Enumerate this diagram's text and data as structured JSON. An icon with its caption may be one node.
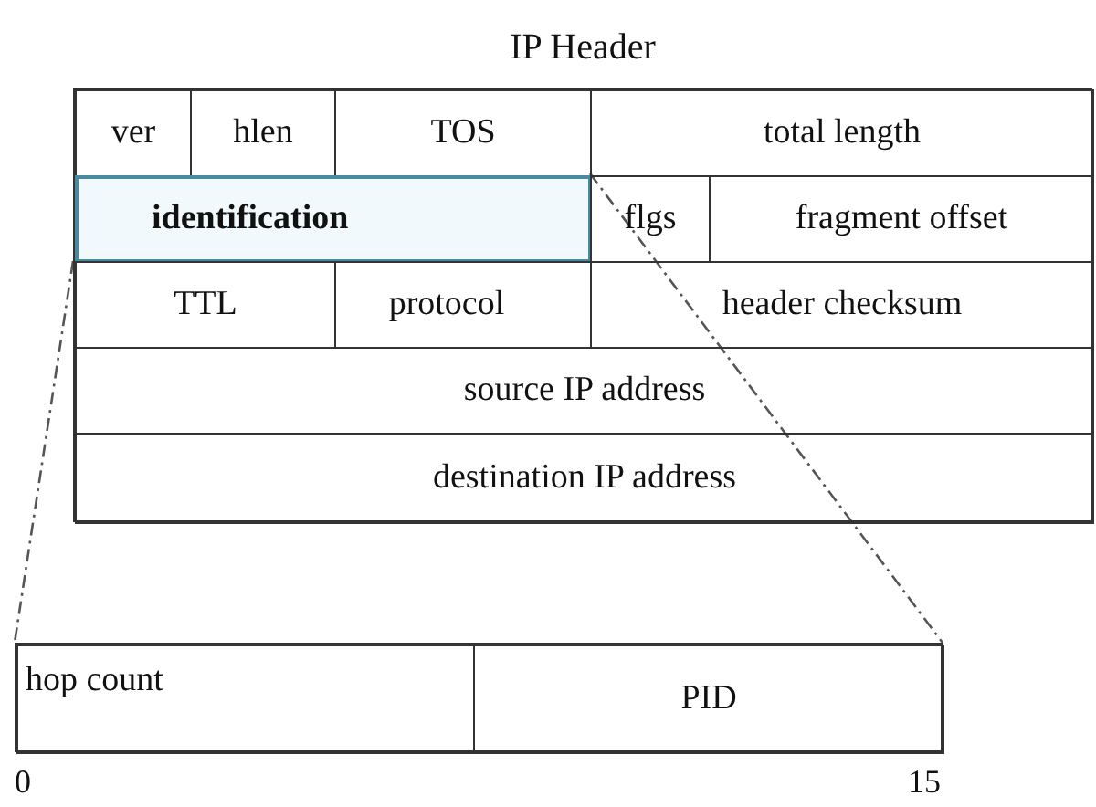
{
  "diagram": {
    "nodes": [
      {
        "text": [
          "IP Header"
        ]
      },
      {
        "text": [
          "ver"
        ],
        "in": 0
      },
      {
        "text": [
          "hlen"
        ],
        "in": 0
      },
      {
        "text": [
          "TOS"
        ],
        "in": 0
      },
      {
        "text": [
          "total length"
        ],
        "in": 0
      },
      {
        "text": [
          "identification"
        ],
        "in": 0
      },
      {
        "text": [
          "flgs"
        ],
        "in": 0
      },
      {
        "text": [
          "fragment offset"
        ],
        "in": 0
      },
      {
        "text": [
          "TTL"
        ],
        "in": 0
      },
      {
        "text": [
          "protocol"
        ],
        "in": 0
      },
      {
        "text": [
          "header checksum"
        ],
        "in": 0
      },
      {
        "text": [
          "source IP address"
        ],
        "in": 0
      },
      {
        "text": [
          "destination IP address"
        ],
        "in": 0
      },
      {
        "text": [],
        "shape": "box"
      },
      {
        "text": [
          "hop count"
        ],
        "in": 13
      },
      {
        "text": [
          "PID"
        ],
        "in": 13
      }
    ],
    "edges": [
      {
        "from": 5,
        "to": 13,
        "arrow": "none",
        "style": "dashed"
      },
      {
        "from": 5,
        "to": 13,
        "arrow": "none",
        "style": "dashed"
      }
    ],
    "labels": [
      "0",
      "15"
    ]
  }
}
